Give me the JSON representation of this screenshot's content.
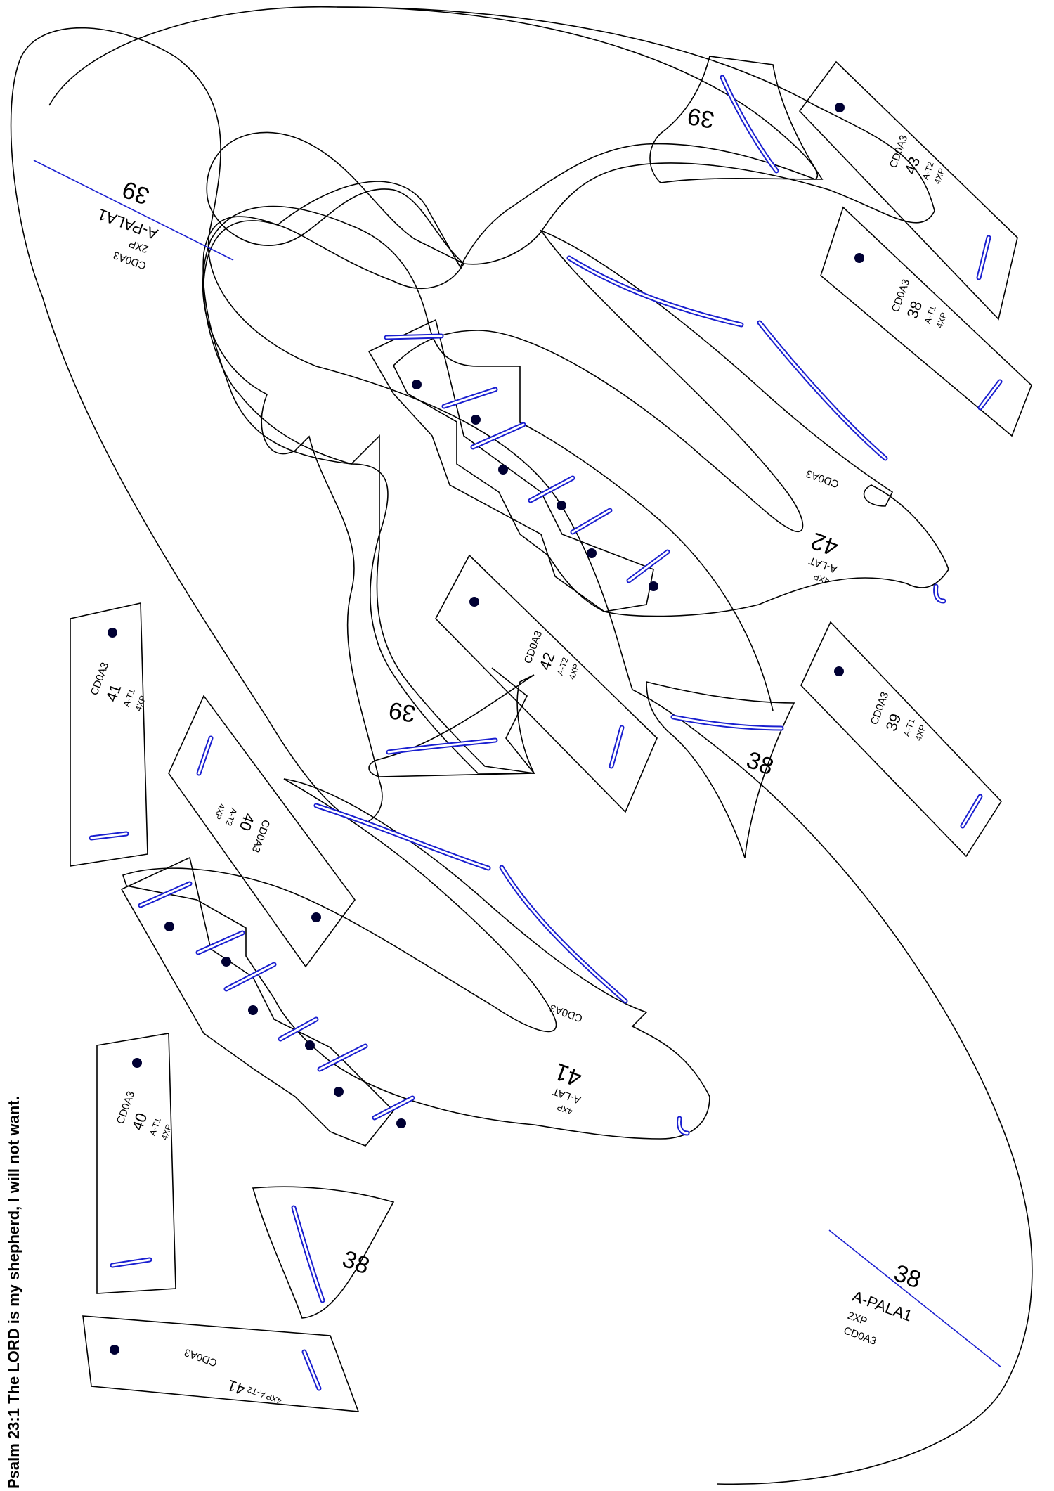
{
  "verse": "Psalm 23:1 The LORD is my shepherd, I will not want.",
  "code": "CD0A3",
  "parts": {
    "pala_top": {
      "number": "39",
      "name": "A-PALA1",
      "qty": "2XP"
    },
    "pala_bottom": {
      "number": "38",
      "name": "A-PALA1",
      "qty": "2XP"
    },
    "lat_upper": {
      "number": "42",
      "name": "A-LAT",
      "qty": "4XP"
    },
    "lat_lower": {
      "number": "41",
      "name": "A-LAT",
      "qty": "4XP"
    },
    "t2_43": {
      "number": "43",
      "name": "A-T2",
      "qty": "4XP"
    },
    "t1_38": {
      "number": "38",
      "name": "A-T1",
      "qty": "4XP"
    },
    "t2_42": {
      "number": "42",
      "name": "A-T2",
      "qty": "4XP"
    },
    "t1_39": {
      "number": "39",
      "name": "A-T1",
      "qty": "4XP"
    },
    "t1_41": {
      "number": "41",
      "name": "A-T1",
      "qty": "4XP"
    },
    "t2_40": {
      "number": "40",
      "name": "A-T2",
      "qty": "4XP"
    },
    "t1_40": {
      "number": "40",
      "name": "A-T1",
      "qty": "4XP"
    },
    "t2_41": {
      "number": "41",
      "name": "A-T2",
      "qty": "4XP"
    },
    "small_top": {
      "number": "39"
    },
    "small_mid_39": {
      "number": "39"
    },
    "small_mid_38": {
      "number": "38"
    },
    "small_bottom": {
      "number": "38"
    }
  }
}
